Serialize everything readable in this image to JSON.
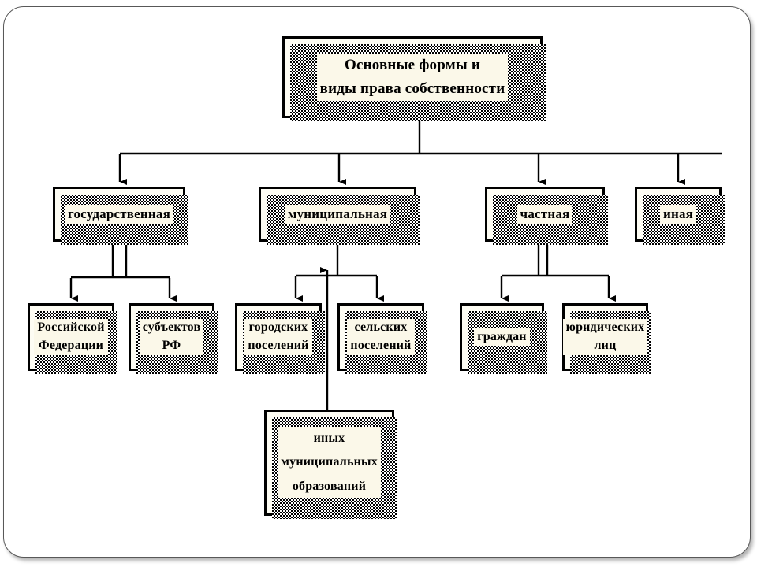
{
  "slide": {
    "background_color": "#ffffff",
    "panel_color": "#ffffff",
    "node_fill": "#fdfcf3",
    "node_border": "#000000"
  },
  "diagram": {
    "type": "tree",
    "title": "Основные формы и виды права собственности",
    "root": {
      "id": "root",
      "label_line1": "Основные формы и",
      "label_line2": "виды права собственности"
    },
    "level2": [
      {
        "id": "state",
        "label": "государственная"
      },
      {
        "id": "muni",
        "label": "муниципальная"
      },
      {
        "id": "priv",
        "label": "частная"
      },
      {
        "id": "other",
        "label": "иная"
      }
    ],
    "level3": [
      {
        "id": "rf",
        "parent": "state",
        "label_line1": "Российской",
        "label_line2": "Федерации"
      },
      {
        "id": "subj",
        "parent": "state",
        "label_line1": "субъектов",
        "label_line2": "РФ"
      },
      {
        "id": "urban",
        "parent": "muni",
        "label_line1": "городских",
        "label_line2": "поселений"
      },
      {
        "id": "rural",
        "parent": "muni",
        "label_line1": "сельских",
        "label_line2": "поселений"
      },
      {
        "id": "citiz",
        "parent": "priv",
        "label_line1": "граждан",
        "label_line2": ""
      },
      {
        "id": "legal",
        "parent": "priv",
        "label_line1": "юридических",
        "label_line2": "лиц"
      }
    ],
    "bottom": {
      "id": "othermuni",
      "parent": "muni",
      "direction": "up",
      "label_line1": "иных",
      "label_line2": "муниципальных",
      "label_line3": "образований"
    }
  }
}
